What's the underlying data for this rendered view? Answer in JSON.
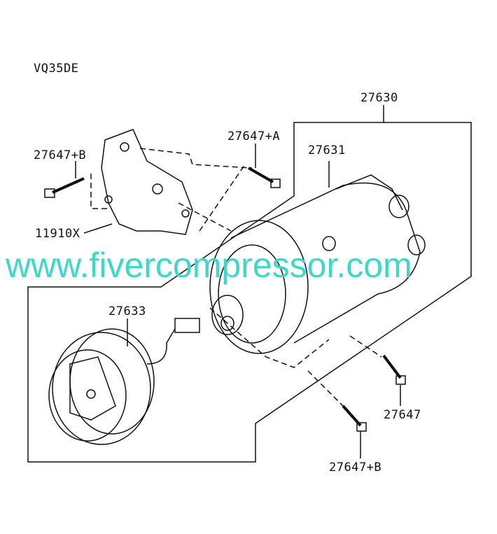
{
  "engine_label": "VQ35DE",
  "parts": {
    "compressor_assembly": "27630",
    "compressor": "27631",
    "clutch": "27633",
    "bracket": "11910X",
    "bolt_a": "27647+A",
    "bolt_b_top": "27647+B",
    "bolt": "27647",
    "bolt_b_bottom": "27647+B"
  },
  "watermark": "www.fivercompressor.com",
  "colors": {
    "watermark": "#3fd8c8",
    "line": "#111111"
  }
}
